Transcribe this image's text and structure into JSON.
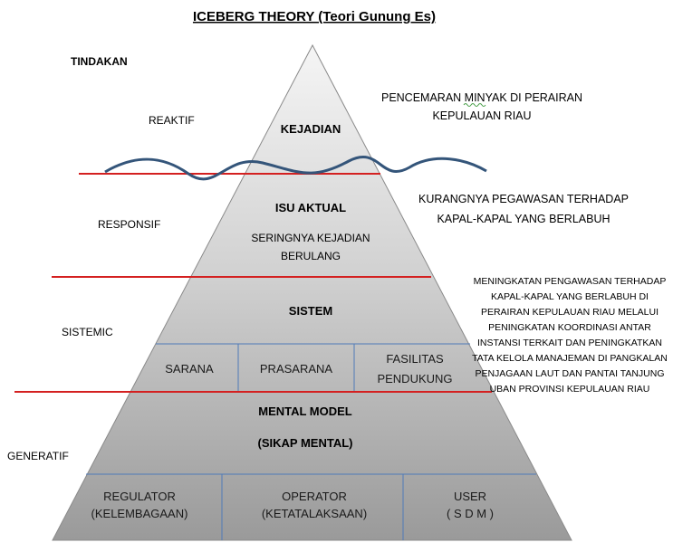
{
  "title": "ICEBERG THEORY (Teori Gunung Es)",
  "actions": {
    "heading": "TINDAKAN",
    "reaktif": "REAKTIF",
    "responsif": "RESPONSIF",
    "sistemic": "SISTEMIC",
    "generatif": "GENERATIF"
  },
  "levels": {
    "kejadian": "KEJADIAN",
    "isu_aktual": "ISU AKTUAL",
    "isu_desc_1": "SERINGNYA KEJADIAN",
    "isu_desc_2": "BERULANG",
    "sistem": "SISTEM",
    "mental_model": "MENTAL MODEL",
    "sikap_mental": "(SIKAP MENTAL)"
  },
  "sistem_cells": {
    "sarana": "SARANA",
    "prasarana": "PRASARANA",
    "fasilitas_1": "FASILITAS",
    "fasilitas_2": "PENDUKUNG"
  },
  "mental_cells": {
    "regulator_1": "REGULATOR",
    "regulator_2": "(KELEMBAGAAN)",
    "operator_1": "OPERATOR",
    "operator_2": "(KETATALAKSAAN)",
    "user_1": "USER",
    "user_2": "( S D M )"
  },
  "notes": {
    "kejadian_1": "PENCEMARAN MINYAK  DI PERAIRAN",
    "kejadian_2": "KEPULAUAN RIAU",
    "isu_1": "KURANGNYA PEGAWASAN TERHADAP",
    "isu_2": "KAPAL-KAPAL YANG BERLABUH",
    "sistem_lines": [
      "MENINGKATAN PENGAWASAN TERHADAP",
      "KAPAL-KAPAL YANG BERLABUH DI",
      "PERAIRAN KEPULAUAN RIAU  MELALUI",
      "PENINGKATAN KOORDINASI ANTAR",
      "INSTANSI TERKAIT DAN  PENINGKATKAN",
      "TATA KELOLA MANAJEMAN DI PANGKALAN",
      "PENJAGAAN LAUT DAN PANTAI TANJUNG",
      "UBAN PROVINSI KEPULAUAN RIAU"
    ]
  },
  "colors": {
    "red_line": "#d42020",
    "wave": "#34557a",
    "cell_border": "#4f7ab8",
    "pyramid_top": "#f4f4f4",
    "pyramid_bottom": "#9c9c9c"
  }
}
